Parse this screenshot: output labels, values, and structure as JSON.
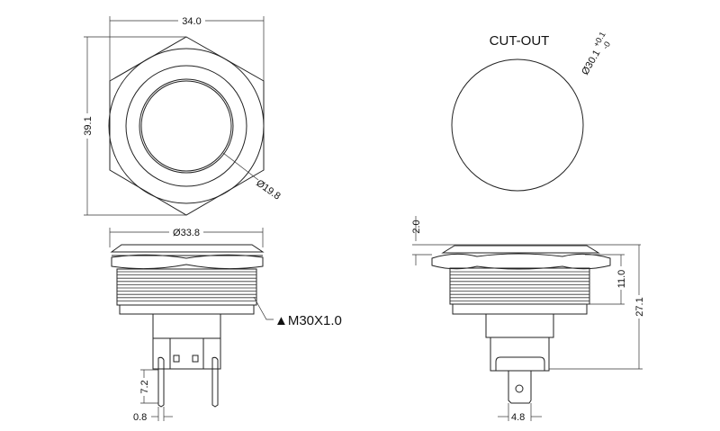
{
  "top_view": {
    "width_dim": "34.0",
    "height_dim": "39.1",
    "inner_dia": "Ø19.8"
  },
  "cutout": {
    "title": "CUT-OUT",
    "dia": "Ø30.1",
    "tol_plus": "+0.1",
    "tol_minus": "-0"
  },
  "side_view_left": {
    "dia": "Ø33.8",
    "thread": "▲M30X1.0",
    "pin_len": "7.2",
    "pin_thk": "0.8"
  },
  "side_view_right": {
    "cap_h": "2.0",
    "thread_len": "11.0",
    "total_len": "27.1",
    "tab_w": "4.8"
  }
}
